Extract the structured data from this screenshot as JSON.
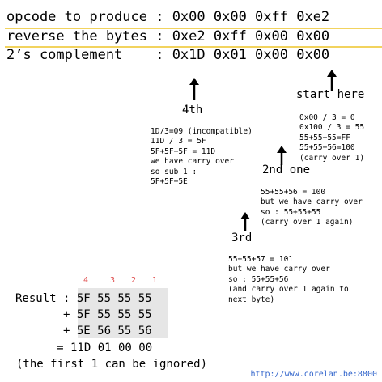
{
  "header": {
    "row1": "opcode to produce : 0x00 0x00 0xff 0xe2",
    "row2": "reverse the bytes : 0xe2 0xff 0x00 0x00",
    "row3": "2’s complement    : 0x1D 0x01 0x00 0x00"
  },
  "steps": {
    "start": {
      "label": "start here",
      "lines": [
        "0x00 / 3 = 0",
        "0x100 / 3 = 55",
        "55+55+55=FF",
        "55+55+56=100",
        "(carry over 1)"
      ]
    },
    "second": {
      "label": "2nd one",
      "lines": [
        "55+55+56 = 100",
        "but we have carry over",
        "so : 55+55+55",
        "(carry over 1 again)"
      ]
    },
    "third": {
      "label": "3rd",
      "lines": [
        "55+55+57 = 101",
        "but we have carry over",
        "so : 55+55+56",
        "(and carry over 1 again to",
        "next byte)"
      ]
    },
    "fourth": {
      "label": "4th",
      "lines": [
        "1D/3=09 (incompatible)",
        "11D / 3 = 5F",
        "5F+5F+5F = 11D",
        "we have carry over",
        "so sub 1 :",
        "5F+5F+5E"
      ]
    }
  },
  "result": {
    "column_numbers": [
      "4",
      "3",
      "2",
      "1"
    ],
    "line1": "Result : 5F 55 55 55",
    "line2": "       + 5F 55 55 55",
    "line3": "       + 5E 56 55 56",
    "line4": "     = 11D 01 00 00",
    "note": "(the first 1 can be ignored)"
  },
  "footer": {
    "url": "http://www.corelan.be:8800"
  },
  "colors": {
    "highlight": "#f2d35e",
    "column_numbers": "#e05050",
    "link": "#3366cc",
    "shade": "#e6e6e6"
  }
}
